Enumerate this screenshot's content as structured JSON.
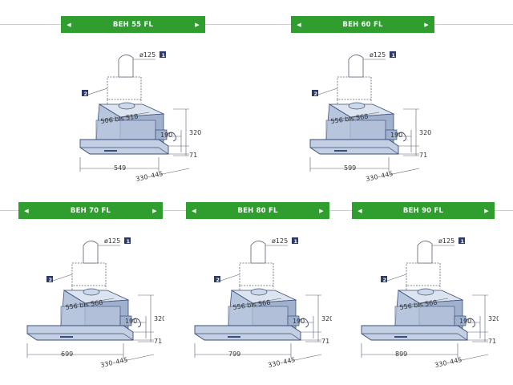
{
  "models": [
    {
      "name": "BEH 55 FL",
      "duct_diameter": "ø125",
      "inner_dim": "506 bis 518",
      "width": "549",
      "depth": "330–445",
      "height": "320",
      "outlet_height": "190",
      "panel_height": "71",
      "callout_1": "1",
      "callout_2": "2"
    },
    {
      "name": "BEH 60 FL",
      "duct_diameter": "ø125",
      "inner_dim": "556 bis 568",
      "width": "599",
      "depth": "330–445",
      "height": "320",
      "outlet_height": "190",
      "panel_height": "71",
      "callout_1": "1",
      "callout_2": "2"
    },
    {
      "name": "BEH 70 FL",
      "duct_diameter": "ø125",
      "inner_dim": "556 bis 568",
      "width": "699",
      "depth": "330–445",
      "height": "320",
      "outlet_height": "190",
      "panel_height": "71",
      "callout_1": "1",
      "callout_2": "2"
    },
    {
      "name": "BEH 80 FL",
      "duct_diameter": "ø125",
      "inner_dim": "556 bis 568",
      "width": "799",
      "depth": "330–445",
      "height": "320",
      "outlet_height": "190",
      "panel_height": "71",
      "callout_1": "1",
      "callout_2": "2"
    },
    {
      "name": "BEH 90 FL",
      "duct_diameter": "ø125",
      "inner_dim": "556 bis 568",
      "width": "899",
      "depth": "330–445",
      "height": "320",
      "outlet_height": "190",
      "panel_height": "71",
      "callout_1": "1",
      "callout_2": "2"
    }
  ],
  "colors": {
    "header_bar": "#2f9e2f",
    "hood_body": "#b7c6dc",
    "hood_edge": "#3a4d7a",
    "dimension_line": "#5a6070",
    "callout_badge": "#2b3a6b"
  },
  "icons": {
    "prev": "arrow-left-icon",
    "next": "arrow-right-icon"
  }
}
